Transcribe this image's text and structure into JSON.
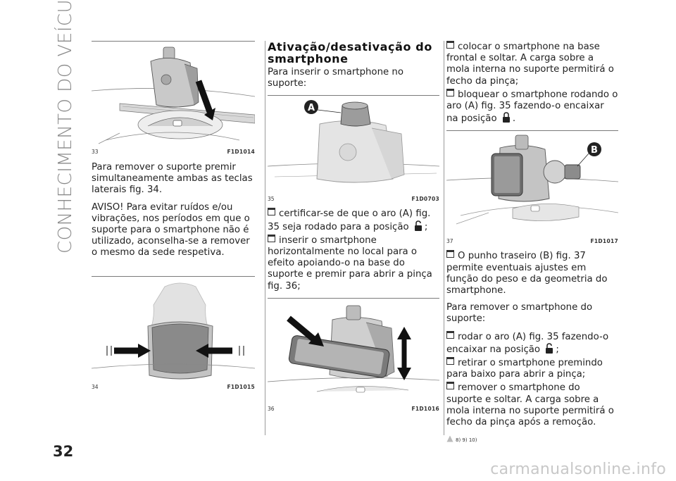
{
  "side_title": "CONHECIMENTO DO VEÍCULO",
  "page_number": "32",
  "watermark": "carmanualsonline.info",
  "figures": {
    "f33": {
      "num": "33",
      "code": "F1D1014"
    },
    "f34": {
      "num": "34",
      "code": "F1D1015"
    },
    "f35": {
      "num": "35",
      "code": "F1D0703",
      "label": "A"
    },
    "f36": {
      "num": "36",
      "code": "F1D1016"
    },
    "f37": {
      "num": "37",
      "code": "F1D1017",
      "label": "B"
    }
  },
  "col1": {
    "p1": "Para remover o suporte premir simultaneamente ambas as teclas laterais fig. 34.",
    "p2": "AVISO! Para evitar ruídos e/ou vibrações, nos períodos em que o suporte para o smartphone não é utilizado, aconselha-se a remover o mesmo da sede respetiva."
  },
  "col2": {
    "heading": "Ativação/desativação do smartphone",
    "intro": "Para inserir o smartphone no suporte:",
    "b1a": "certificar-se de que o aro (A) fig. 35 seja rodado para a posição",
    "b1b": ";",
    "b2": "inserir o smartphone horizontalmente no local para o efeito apoiando-o na base do suporte e premir para abrir a pinça fig. 36;"
  },
  "col3": {
    "b1": "colocar o smartphone na base frontal e soltar. A carga sobre a mola interna no suporte permitirá o fecho da pinça;",
    "b2a": "bloquear o smartphone rodando o aro (A) fig. 35 fazendo-o encaixar na posição",
    "b2b": ".",
    "b3": "O punho traseiro (B) fig. 37 permite eventuais ajustes em função do peso e da geometria do smartphone.",
    "p_remove": "Para remover o smartphone do suporte:",
    "b4a": "rodar o aro (A) fig. 35 fazendo-o encaixar na posição",
    "b4b": ";",
    "b5": "retirar o smartphone premindo para baixo para abrir a pinça;",
    "b6": "remover o smartphone do suporte e soltar. A carga sobre a mola interna no suporte permitirá o fecho da pinça após a remoção.",
    "refs": "8) 9) 10)"
  },
  "colors": {
    "text": "#222222",
    "side_title": "#8a8a8a",
    "watermark": "#c8c8c8"
  },
  "icons": [
    "lock-closed-icon",
    "lock-open-icon",
    "warning-icon",
    "bullet-icon"
  ]
}
